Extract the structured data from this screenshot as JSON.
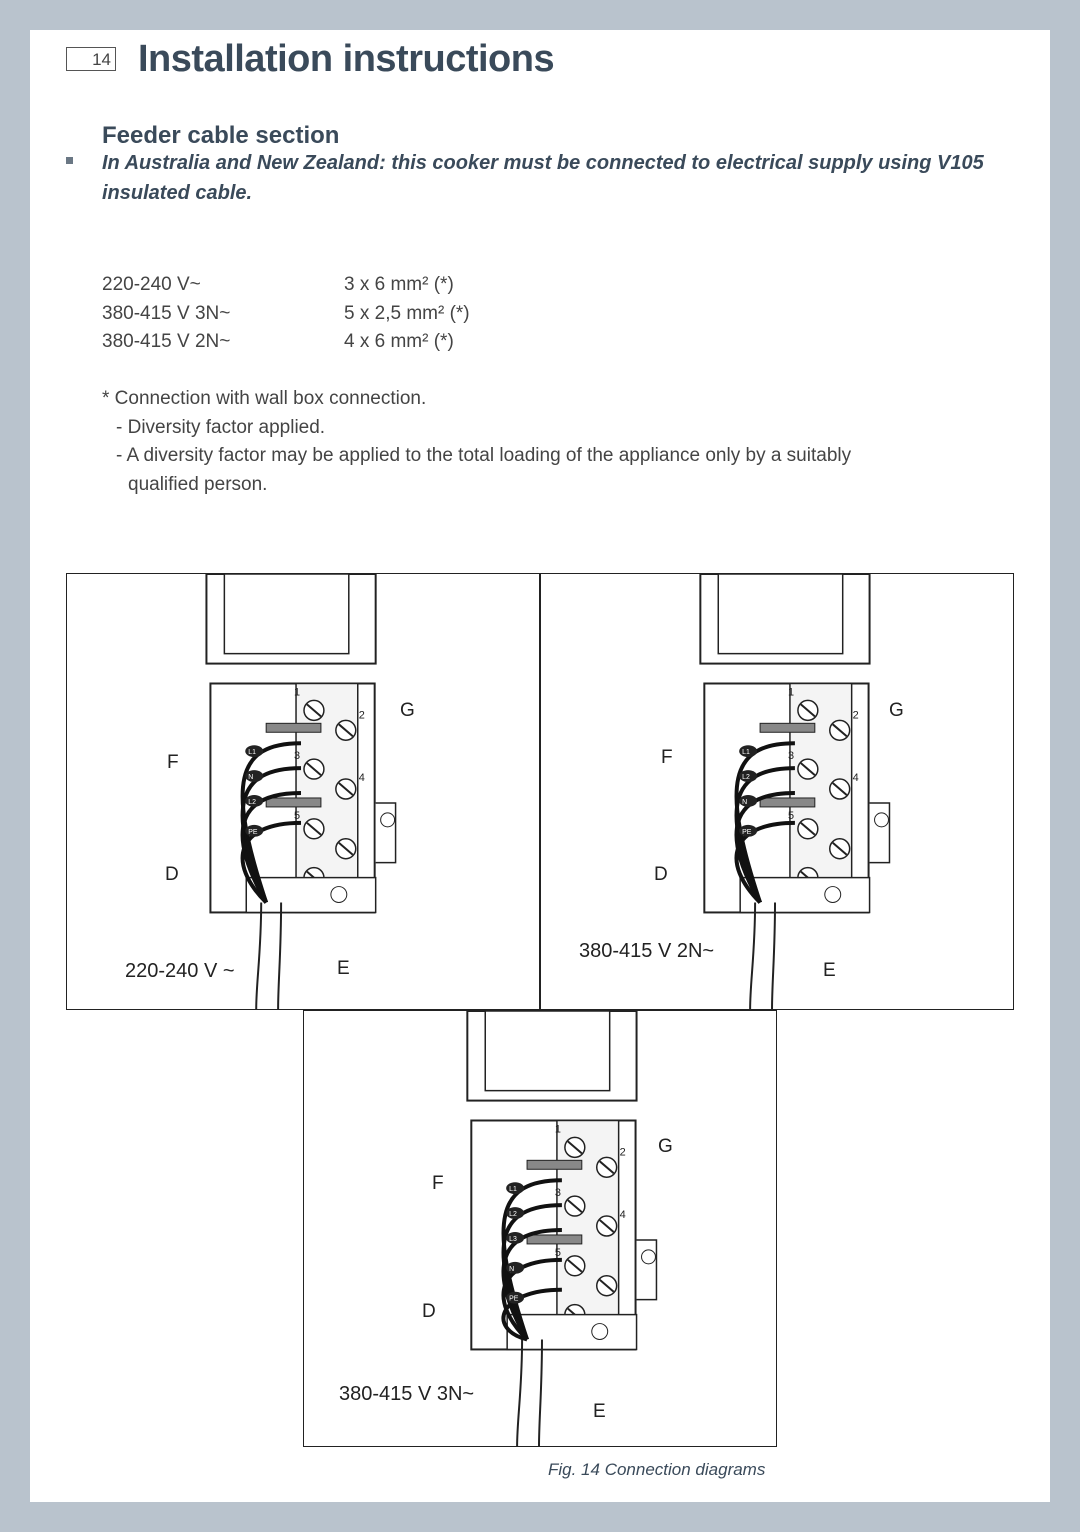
{
  "header": {
    "page_number": "14",
    "title": "Installation instructions"
  },
  "section": {
    "title": "Feeder cable section",
    "warning": "In Australia and New Zealand: this cooker must be connected to electrical supply using V105 insulated cable."
  },
  "cable_specs": [
    {
      "voltage": "220-240 V~",
      "size": "3 x 6 mm² (*)"
    },
    {
      "voltage": "380-415 V 3N~",
      "size": "5 x 2,5 mm² (*)"
    },
    {
      "voltage": "380-415 V 2N~",
      "size": "4 x 6 mm² (*)"
    }
  ],
  "notes": [
    "* Connection with wall box connection.",
    "- Diversity factor applied.",
    "- A diversity factor may be applied to the total loading of the appliance only by a suitably",
    "qualified person."
  ],
  "diagrams": [
    {
      "voltage": "220-240 V ~",
      "labels": {
        "F": "F",
        "G": "G",
        "D": "D",
        "E": "E"
      },
      "terminals": [
        "L1",
        "N",
        "L2",
        "PE"
      ],
      "numbers": [
        "1",
        "2",
        "3",
        "4",
        "5"
      ]
    },
    {
      "voltage": "380-415 V  2N~",
      "labels": {
        "F": "F",
        "G": "G",
        "D": "D",
        "E": "E"
      },
      "terminals": [
        "L1",
        "L2",
        "N",
        "PE"
      ],
      "numbers": [
        "1",
        "2",
        "3",
        "4",
        "5"
      ]
    },
    {
      "voltage": "380-415 V  3N~",
      "labels": {
        "F": "F",
        "G": "G",
        "D": "D",
        "E": "E"
      },
      "terminals": [
        "L1",
        "L2",
        "L3",
        "N",
        "PE"
      ],
      "numbers": [
        "1",
        "2",
        "3",
        "4",
        "5"
      ]
    }
  ],
  "caption": "Fig. 14 Connection diagrams"
}
